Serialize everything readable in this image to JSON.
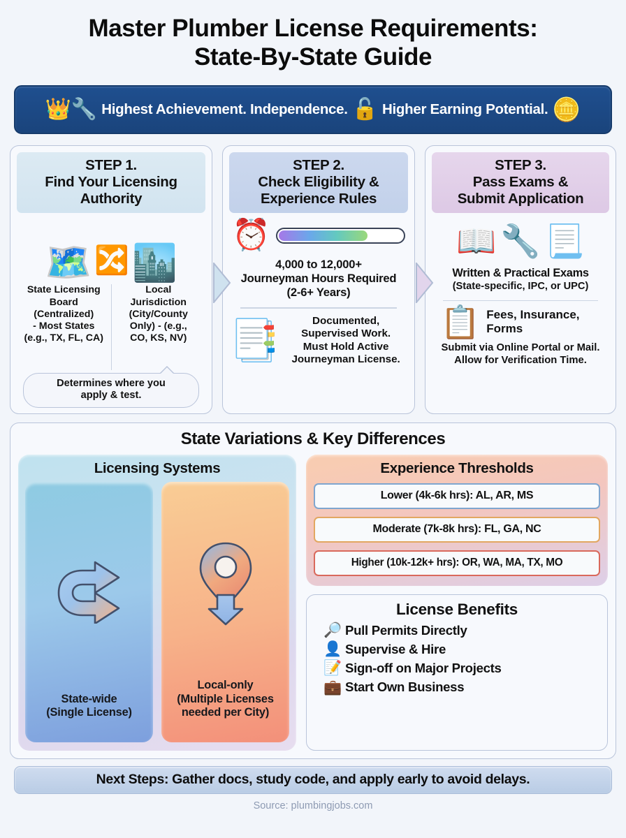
{
  "title": "Master Plumber License Requirements: State-By-State Guide",
  "title_line1": "Master Plumber License Requirements:",
  "title_line2": "State-By-State Guide",
  "banner": {
    "left_icon": "crown-wrench-icon",
    "left_glyph": "👑🔧",
    "text": "Highest Achievement. Independence. 🔓 Higher Earning Potential.",
    "text_part1": "Highest Achievement. Independence.",
    "lock_glyph": "🔓",
    "text_part2": "Higher Earning Potential.",
    "right_icon": "coins-icon",
    "right_glyph": "🪙",
    "bg_color": "#1f4f8f",
    "text_color": "#ffffff"
  },
  "steps": [
    {
      "heading": "STEP 1.\nFind Your Licensing\nAuthority",
      "heading_l1": "STEP 1.",
      "heading_l2": "Find Your Licensing",
      "heading_l3": "Authority",
      "header_color": "#d6e6f0",
      "icons": {
        "map": "🗺️",
        "fork": "🔀",
        "city": "🏙️"
      },
      "left_label": "State Licensing Board (Centralized) - Most States (e.g., TX, FL, CA)",
      "left_l1": "State Licensing",
      "left_l2": "Board",
      "left_l3": "(Centralized)",
      "left_l4": "- Most States",
      "left_l5": "(e.g., TX, FL, CA)",
      "right_label": "Local Jurisdiction (City/County Only) - (e.g., CO, KS, NV)",
      "right_l1": "Local",
      "right_l2": "Jurisdiction",
      "right_l3": "(City/County",
      "right_l4": "Only) - (e.g.,",
      "right_l5": "CO, KS, NV)",
      "bubble_l1": "Determines where you",
      "bubble_l2": "apply & test."
    },
    {
      "heading_l1": "STEP 2.",
      "heading_l2": "Check Eligibility &",
      "heading_l3": "Experience Rules",
      "header_color": "#c5d3ec",
      "clock_icon": "⏰",
      "progress_percent": 72,
      "text1_l1": "4,000 to 12,000+",
      "text1_l2": "Journeyman Hours Required",
      "text1_l3": "(2-6+ Years)",
      "docs_icon": "📑",
      "text2_l1": "Documented,",
      "text2_l2": "Supervised Work.",
      "text2_l3": "Must Hold Active",
      "text2_l4": "Journeyman License."
    },
    {
      "heading_l1": "STEP 3.",
      "heading_l2": "Pass Exams &",
      "heading_l3": "Submit Application",
      "header_color": "#e0cfe6",
      "icon_book": "📖",
      "icon_wrench": "🔧",
      "icon_pass": "📃",
      "exam_l1": "Written & Practical Exams",
      "exam_l2": "(State-specific, IPC, or UPC)",
      "clipboard_icon": "📋",
      "fees_l1": "Fees, Insurance,",
      "fees_l2": "Forms",
      "submit_l1": "Submit via Online Portal or Mail.",
      "submit_l2": "Allow for Verification Time."
    }
  ],
  "variations": {
    "title": "State Variations & Key Differences",
    "licensing": {
      "title": "Licensing Systems",
      "cards": [
        {
          "icon": "curved-arrow-icon",
          "glyph": "⤴️",
          "label_l1": "State-wide",
          "label_l2": "(Single License)",
          "label_l3": "",
          "color": "#8ecbe2"
        },
        {
          "icon": "location-pin-arrow-icon",
          "glyph": "📍",
          "label_l1": "Local-only",
          "label_l2": "(Multiple Licenses",
          "label_l3": "needed per City)",
          "color": "#f7b289"
        }
      ]
    },
    "thresholds": {
      "title": "Experience Thresholds",
      "rows": [
        {
          "text": "Lower (4k-6k hrs): AL, AR, MS",
          "border_color": "#7fa6cf"
        },
        {
          "text": "Moderate (7k-8k hrs): FL, GA, NC",
          "border_color": "#e2a761"
        },
        {
          "text": "Higher (10k-12k+ hrs): OR, WA, MA, TX, MO",
          "border_color": "#d9695c"
        }
      ]
    },
    "benefits": {
      "title": "License Benefits",
      "items": [
        {
          "icon": "permit-search-icon",
          "glyph": "🔎",
          "text": "Pull Permits Directly"
        },
        {
          "icon": "supervisor-icon",
          "glyph": "👤",
          "text": "Supervise & Hire"
        },
        {
          "icon": "signoff-icon",
          "glyph": "📝",
          "text": "Sign-off on Major Projects"
        },
        {
          "icon": "briefcase-icon",
          "glyph": "💼",
          "text": "Start Own Business"
        }
      ]
    }
  },
  "footer": {
    "next_steps": "Next Steps: Gather docs, study code, and apply early to avoid delays.",
    "source": "Source: plumbingjobs.com"
  }
}
